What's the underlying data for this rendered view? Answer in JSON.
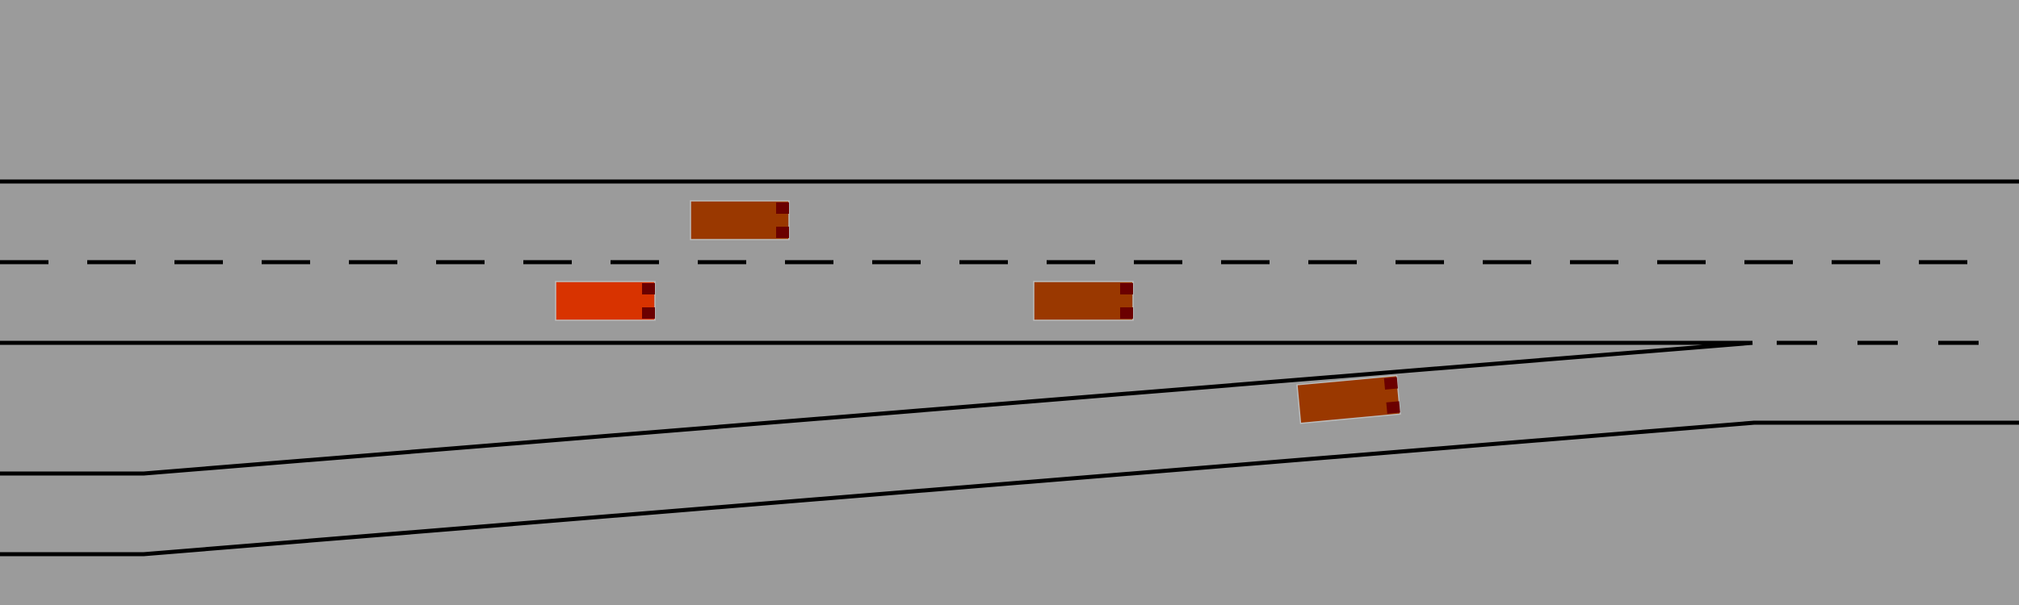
{
  "scene": {
    "type": "highway-merge",
    "background_color": "#9b9b9b",
    "line_color": "#000000",
    "vehicle_outline_color": "#bbbbbb",
    "vehicle_light_color": "#6b0000"
  },
  "road": {
    "main_lanes": 2,
    "on_ramp_lanes": 1,
    "merge_side": "right"
  },
  "vehicles": [
    {
      "id": "ego",
      "role": "ego",
      "lane": "main-right",
      "color": "#d83300",
      "heading": "right"
    },
    {
      "id": "car-1",
      "role": "traffic",
      "lane": "main-left",
      "color": "#9a3800",
      "heading": "right"
    },
    {
      "id": "car-2",
      "role": "traffic",
      "lane": "main-right",
      "color": "#9a3800",
      "heading": "right"
    },
    {
      "id": "car-3",
      "role": "traffic",
      "lane": "on-ramp",
      "color": "#9a3800",
      "heading": "right"
    }
  ]
}
